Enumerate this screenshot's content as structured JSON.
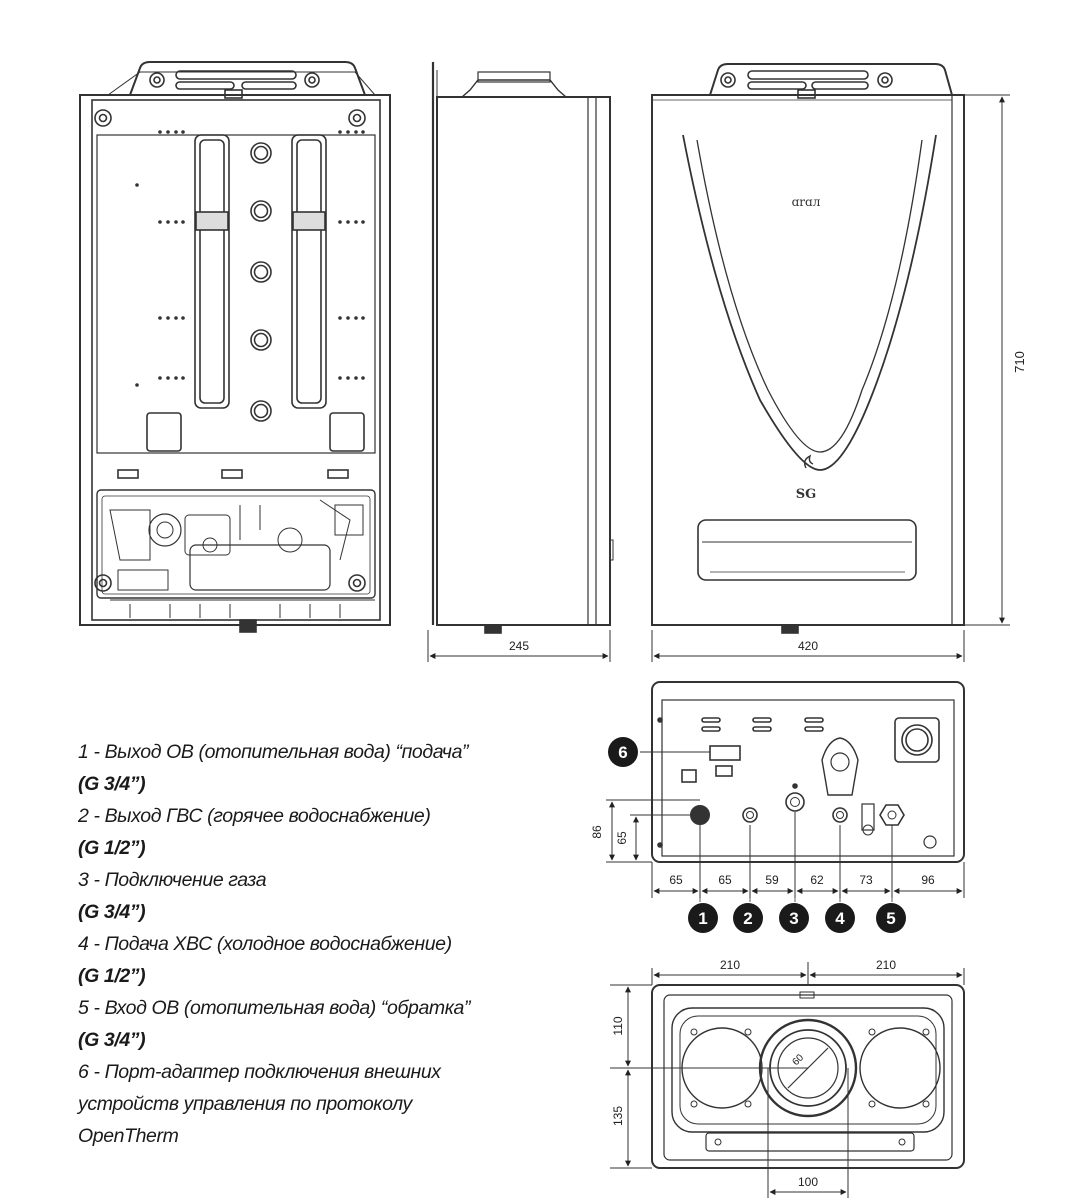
{
  "dimensions": {
    "front_height": "710",
    "side_depth": "245",
    "front_width": "420",
    "bottom_spacings": [
      "65",
      "65",
      "59",
      "62",
      "73",
      "96"
    ],
    "bottom_h1": "86",
    "bottom_h2": "65",
    "top_half_left": "210",
    "top_half_right": "210",
    "top_front": "110",
    "top_back": "135",
    "flue_offset": "100",
    "flue_diameter": "60"
  },
  "logos": {
    "brand_text": "ɑrɑл",
    "sg_text": "SG"
  },
  "badges": [
    "1",
    "2",
    "3",
    "4",
    "5",
    "6"
  ],
  "legend": {
    "items": [
      {
        "label": "1 - Выход ОВ (отопительная вода) “подача”",
        "spec": "(G 3/4”)"
      },
      {
        "label": "2 - Выход ГВС (горячее водоснабжение)",
        "spec": "(G 1/2”)"
      },
      {
        "label": "3 - Подключение газа",
        "spec": "(G 3/4”)"
      },
      {
        "label": "4 - Подача ХВС (холодное водоснабжение)",
        "spec": "(G 1/2”)"
      },
      {
        "label": "5 - Вход ОВ (отопительная вода) “обратка”",
        "spec": "(G 3/4”)"
      },
      {
        "label": "6 - Порт-адаптер подключения внешних устройств управления по протоколу OpenTherm",
        "spec": ""
      }
    ]
  }
}
